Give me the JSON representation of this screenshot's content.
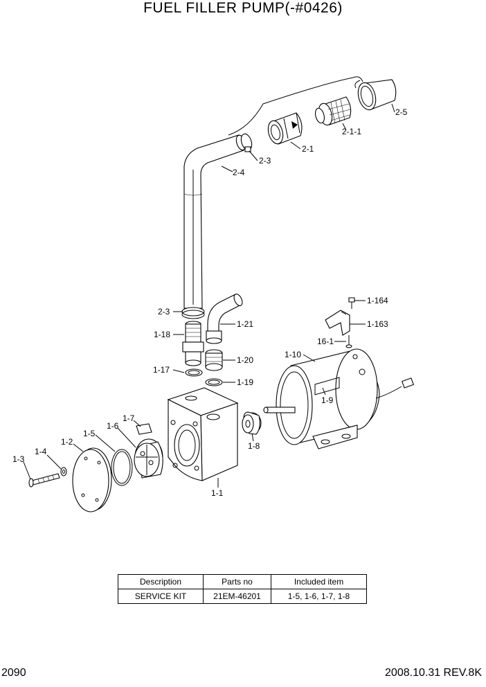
{
  "title": "FUEL FILLER PUMP(-#0426)",
  "labels": {
    "l_2_5": "2-5",
    "l_2_1_1": "2-1-1",
    "l_2_1": "2-1",
    "l_2_3a": "2-3",
    "l_2_4": "2-4",
    "l_2_3b": "2-3",
    "l_1_21": "1-21",
    "l_1_18": "1-18",
    "l_1_20": "1-20",
    "l_1_17": "1-17",
    "l_1_19": "1-19",
    "l_1_164": "1-164",
    "l_1_163": "1-163",
    "l_16_1": "16-1",
    "l_1_10": "1-10",
    "l_1_9": "1-9",
    "l_1_7": "1-7",
    "l_1_6": "1-6",
    "l_1_5": "1-5",
    "l_1_2": "1-2",
    "l_1_4": "1-4",
    "l_1_3": "1-3",
    "l_1_8": "1-8",
    "l_1_1": "1-1"
  },
  "table": {
    "headers": [
      "Description",
      "Parts no",
      "Included item"
    ],
    "rows": [
      [
        "SERVICE KIT",
        "21EM-46201",
        "1-5, 1-6, 1-7, 1-8"
      ]
    ]
  },
  "footer": {
    "page": "2090",
    "revision": "2008.10.31  REV.8K"
  }
}
